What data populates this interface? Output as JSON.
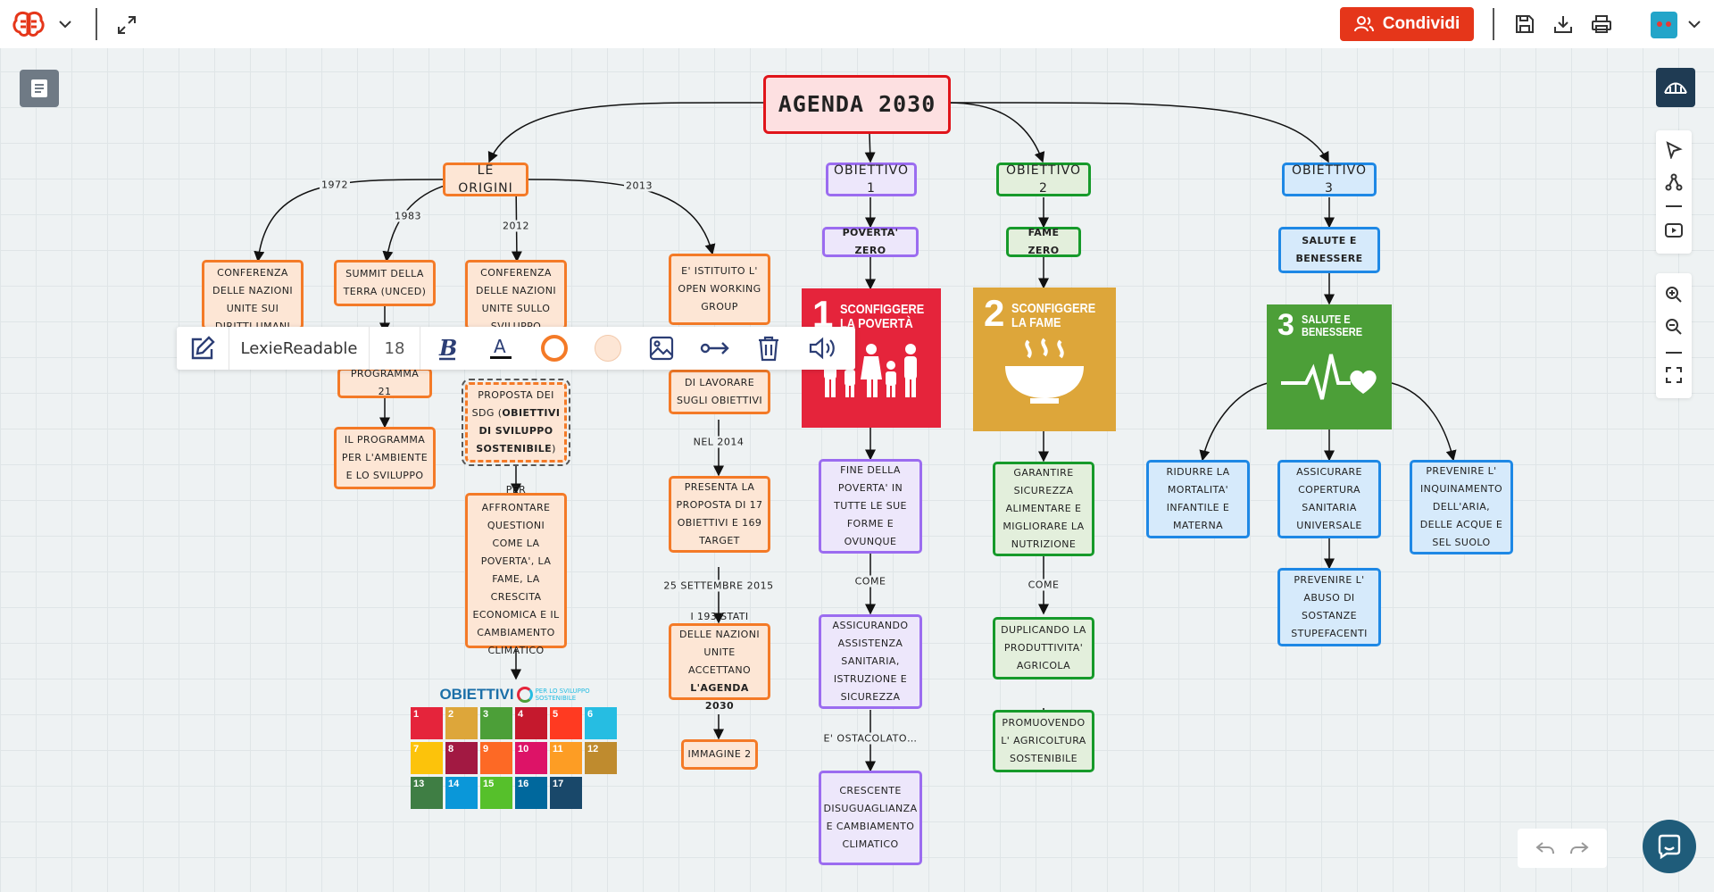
{
  "header": {
    "share_label": "Condividi",
    "logo_icon": "brain-icon",
    "share_color": "#e5361a"
  },
  "toolbar": {
    "font_name": "LexieReadable",
    "font_size": "18",
    "border_color": "#f47a27",
    "fill_color": "#fde6d5"
  },
  "map": {
    "root": "AGENDA 2030",
    "origins": {
      "title": "LE ORIGINI",
      "edge_1972": "1972",
      "edge_1983": "1983",
      "edge_2012": "2012",
      "edge_2013": "2013",
      "conf_diritti": "CONFERENZA DELLE NAZIONI UNITE SUI DIRITTI UMANI",
      "summit": "SUMMIT DELLA TERRA (UNCED)",
      "programma21": "PROGRAMMA 21",
      "programma_amb": "IL PROGRAMMA PER L'AMBIENTE E LO SVILUPPO",
      "conf_sviluppo": "CONFERENZA DELLE NAZIONI UNITE SULLO SVILUPPO",
      "proposta_a": "PROPOSTA DEI SDG (",
      "proposta_b": "OBIETTIVI DI SVILUPPO SOSTENIBILE",
      "proposta_c": ")",
      "affrontare": "PER AFFRONTARE QUESTIONI COME LA POVERTA', LA FAME, LA CRESCITA ECONOMICA E IL CAMBIAMENTO CLIMATICO",
      "working_group": "E' ISTITUITO L' OPEN WORKING GROUP",
      "lavorare": "DI LAVORARE SUGLI OBIETTIVI",
      "edge_nel2014": "NEL 2014",
      "presenta": "PRESENTA LA PROPOSTA DI 17 OBIETTIVI E 169 TARGET",
      "edge_settembre": "25 SETTEMBRE 2015",
      "stati_a": "I 193 STATI DELLE NAZIONI UNITE ACCETTANO ",
      "stati_b": "L'AGENDA 2030",
      "immagine2": "IMMAGINE 2"
    },
    "sdg_grid": {
      "title": "OBIETTIVI",
      "subtitle": "PER LO SVILUPPO SOSTENIBILE",
      "colors": [
        "#e5243b",
        "#dda63a",
        "#4c9f38",
        "#c5192d",
        "#ff3a21",
        "#26bde2",
        "#fcc30b",
        "#a21942",
        "#fd6925",
        "#dd1367",
        "#fd9d24",
        "#bf8b2e",
        "#3f7e44",
        "#0a97d9",
        "#56c02b",
        "#00689d",
        "#19486a"
      ],
      "numbers": [
        "1",
        "2",
        "3",
        "4",
        "5",
        "6",
        "7",
        "8",
        "9",
        "10",
        "11",
        "12",
        "13",
        "14",
        "15",
        "16",
        "17"
      ]
    },
    "ob1": {
      "title": "OBIETTIVO 1",
      "sub": "POVERTA' ZERO",
      "card_num": "1",
      "card_title": "SCONFIGGERE LA POVERTÀ",
      "card_color": "#e5243b",
      "fine": "FINE DELLA POVERTA' IN TUTTE LE SUE FORME E OVUNQUE",
      "edge_come": "COME",
      "assicurando": "ASSICURANDO ASSISTENZA SANITARIA, ISTRUZIONE E SICUREZZA",
      "edge_ostacolato": "E' OSTACOLATO…",
      "crescente": "CRESCENTE DISUGUAGLIANZA E CAMBIAMENTO CLIMATICO"
    },
    "ob2": {
      "title": "OBIETTIVO 2",
      "sub": "FAME ZERO",
      "card_num": "2",
      "card_title": "SCONFIGGERE LA FAME",
      "card_color": "#dda63a",
      "garantire": "GARANTIRE SICUREZZA ALIMENTARE E MIGLIORARE LA NUTRIZIONE",
      "edge_come": "COME",
      "duplicando": "DUPLICANDO LA PRODUTTIVITA' AGRICOLA",
      "promuovendo": "PROMUOVENDO L' AGRICOLTURA SOSTENIBILE"
    },
    "ob3": {
      "title": "OBIETTIVO 3",
      "sub": "SALUTE E BENESSERE",
      "card_num": "3",
      "card_title": "SALUTE E BENESSERE",
      "card_color": "#4c9f38",
      "ridurre": "RIDURRE LA MORTALITA' INFANTILE E MATERNA",
      "copertura": "ASSICURARE COPERTURA SANITARIA UNIVERSALE",
      "inquinamento": "PREVENIRE L' INQUINAMENTO DELL'ARIA, DELLE ACQUE E SEL SUOLO",
      "abuso": "PREVENIRE L' ABUSO DI SOSTANZE STUPEFACENTI"
    }
  }
}
